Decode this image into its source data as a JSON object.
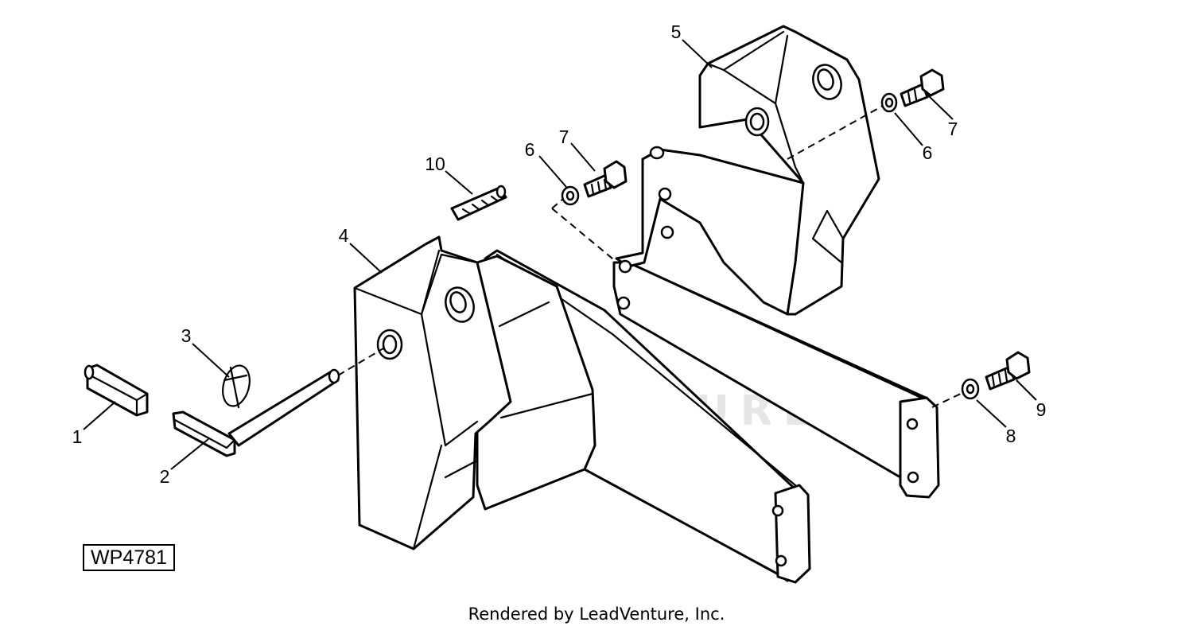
{
  "diagram": {
    "figure_id": "WP4781",
    "credit": "Rendered by LeadVenture, Inc.",
    "watermark": "LEADVENTURE",
    "callouts": {
      "c1": "1",
      "c2": "2",
      "c3": "3",
      "c4": "4",
      "c5": "5",
      "c6a": "6",
      "c6b": "6",
      "c7a": "7",
      "c7b": "7",
      "c8": "8",
      "c9": "9",
      "c10": "10"
    }
  }
}
